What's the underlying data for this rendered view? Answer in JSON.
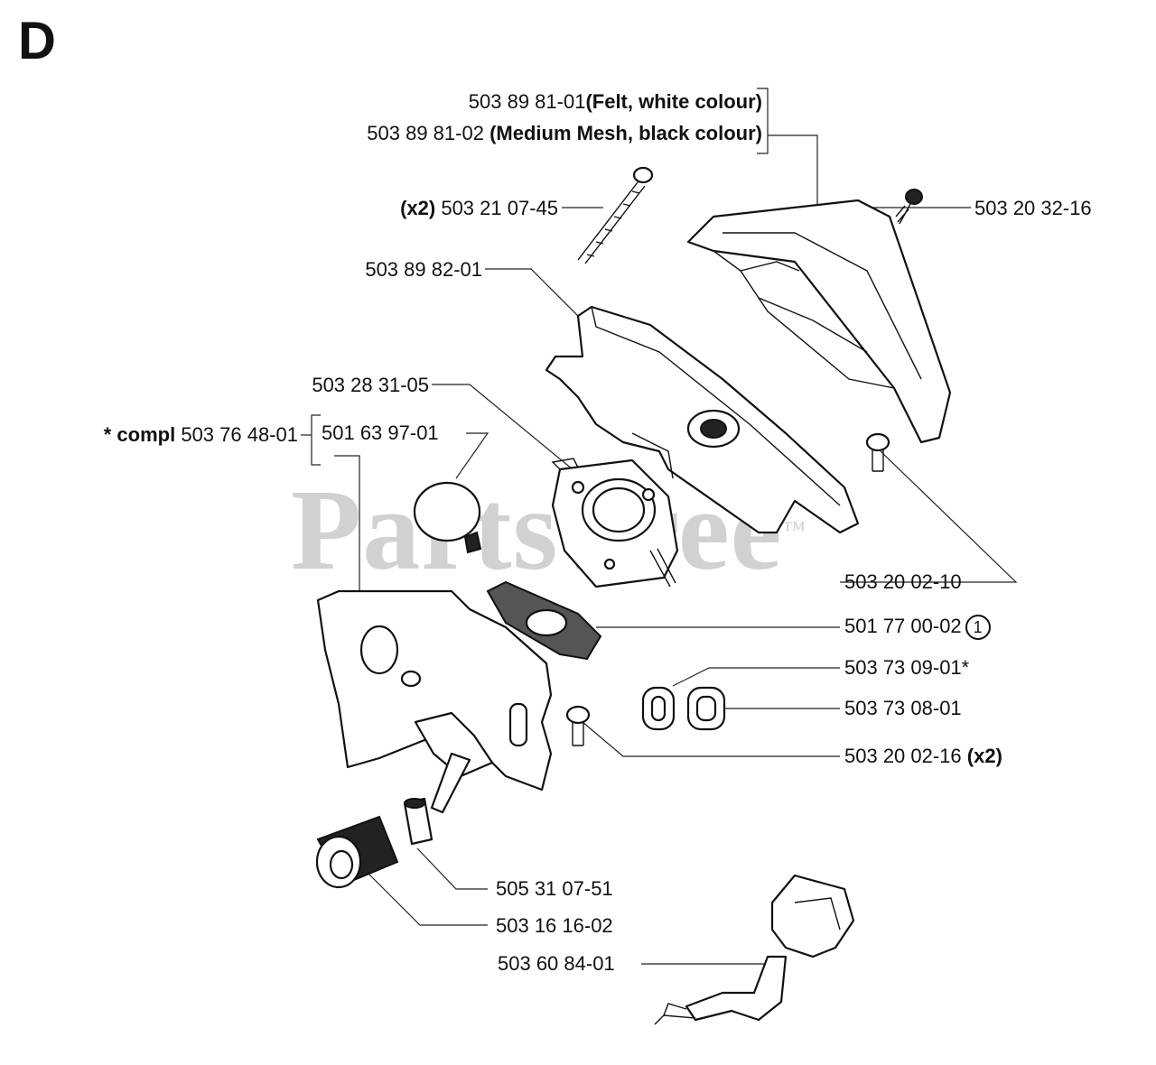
{
  "section": "D",
  "watermark": {
    "text": "PartsTree",
    "mark": "™"
  },
  "labels": {
    "felt": {
      "num": "503 89 81-01",
      "desc": "(Felt, white colour)"
    },
    "mesh": {
      "num": "503 89 81-02 ",
      "desc": "(Medium Mesh, black colour)"
    },
    "screw_long": {
      "qty": "(x2)",
      "num": " 503 21 07-45"
    },
    "screw_cover": {
      "num": "503 20 32-16"
    },
    "filter_holder": {
      "num": "503 89 82-01"
    },
    "carburetor": {
      "num": "503 28 31-05"
    },
    "compl": {
      "prefix": "* compl",
      "num": " 503 76 48-01"
    },
    "diaphragm": {
      "num": "501 63 97-01"
    },
    "screw_holder": {
      "num": "503 20 02-10"
    },
    "gasket": {
      "num": "501 77 00-02",
      "note": "1"
    },
    "grommet_a": {
      "num": "503 73 09-01*"
    },
    "grommet_b": {
      "num": "503 73 08-01"
    },
    "screw_plate": {
      "num": "503 20 02-16 ",
      "qty": "(x2)"
    },
    "sleeve": {
      "num": "505 31 07-51"
    },
    "knob": {
      "num": "503 16 16-02"
    },
    "linkage": {
      "num": "503 60 84-01"
    }
  }
}
